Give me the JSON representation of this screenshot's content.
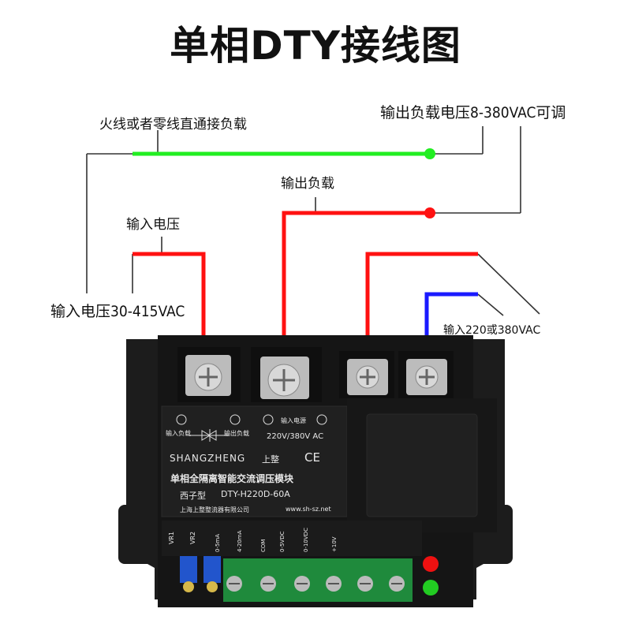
{
  "title": "单相DTY接线图",
  "labels": {
    "live_or_neutral": "火线或者零线直通接负载",
    "output_voltage": "输出负载电压8-380VAC可调",
    "output_load": "输出负载",
    "input_voltage_top": "输入电压",
    "input_voltage_range": "输入电压30-415VAC",
    "input_220_380": "输入220或380VAC"
  },
  "device": {
    "brand": "SHANGZHENG",
    "brand_cn": "上整",
    "product_name": "单相全隔离智能交流调压模块",
    "model_prefix": "西子型",
    "model": "DTY-H220D-60A",
    "company": "上海上整整流器有限公司",
    "website": "www.sh-sz.net",
    "terminal_input_load": "输入负载",
    "terminal_output_load": "输出负载",
    "terminal_input_power": "输入电源",
    "supply_voltage": "220V/380V AC",
    "ce_mark": "CE",
    "vr1": "VR1",
    "vr2": "VR2",
    "ctrl_labels": [
      "0-5mA",
      "4-20mA",
      "COM",
      "0-5VDC",
      "0-10VDC",
      "+10V"
    ]
  },
  "colors": {
    "green_wire": "#22ee22",
    "red_wire": "#ff1111",
    "blue_wire": "#1a1aff",
    "body": "#1a1a1a",
    "terminal_green": "#1f8a3c"
  }
}
